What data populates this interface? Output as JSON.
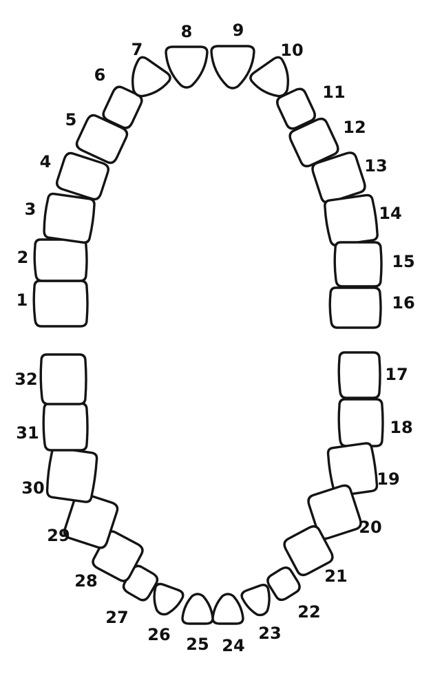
{
  "colors": {
    "outline": "#141414",
    "fill": "#ffffff",
    "background": "#ffffff",
    "label": "#111111"
  },
  "upper_arch": [
    {
      "number": "1"
    },
    {
      "number": "2"
    },
    {
      "number": "3"
    },
    {
      "number": "4"
    },
    {
      "number": "5"
    },
    {
      "number": "6"
    },
    {
      "number": "7"
    },
    {
      "number": "8"
    },
    {
      "number": "9"
    },
    {
      "number": "10"
    },
    {
      "number": "11"
    },
    {
      "number": "12"
    },
    {
      "number": "13"
    },
    {
      "number": "14"
    },
    {
      "number": "15"
    },
    {
      "number": "16"
    }
  ],
  "lower_arch": [
    {
      "number": "17"
    },
    {
      "number": "18"
    },
    {
      "number": "19"
    },
    {
      "number": "20"
    },
    {
      "number": "21"
    },
    {
      "number": "22"
    },
    {
      "number": "23"
    },
    {
      "number": "24"
    },
    {
      "number": "25"
    },
    {
      "number": "26"
    },
    {
      "number": "27"
    },
    {
      "number": "28"
    },
    {
      "number": "29"
    },
    {
      "number": "30"
    },
    {
      "number": "31"
    },
    {
      "number": "32"
    }
  ]
}
